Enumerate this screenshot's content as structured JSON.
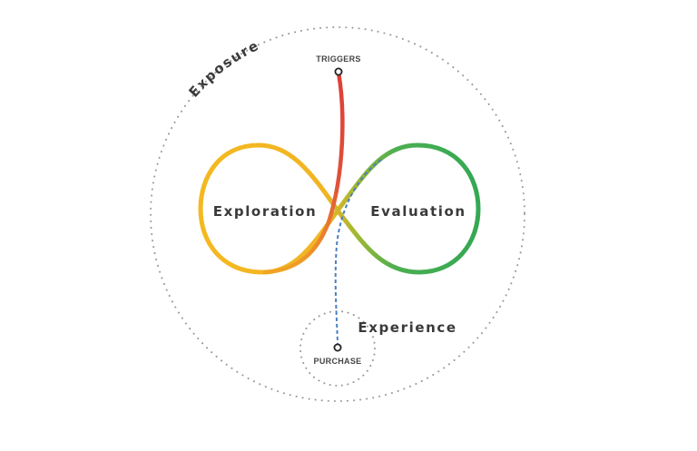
{
  "diagram": {
    "outer_label": "Exposure",
    "loops": [
      {
        "label": "Exploration",
        "color": "#F4B920"
      },
      {
        "label": "Evaluation",
        "color": "#34A853"
      }
    ],
    "experience_label": "Experience",
    "start_node": {
      "label": "TRIGGERS"
    },
    "end_node": {
      "label": "PURCHASE"
    },
    "colors": {
      "trigger_path": "#E0443A",
      "purchase_path": "#4A7FC1",
      "dotted": "#9a9a9a",
      "text": "#3a3a3a"
    }
  }
}
